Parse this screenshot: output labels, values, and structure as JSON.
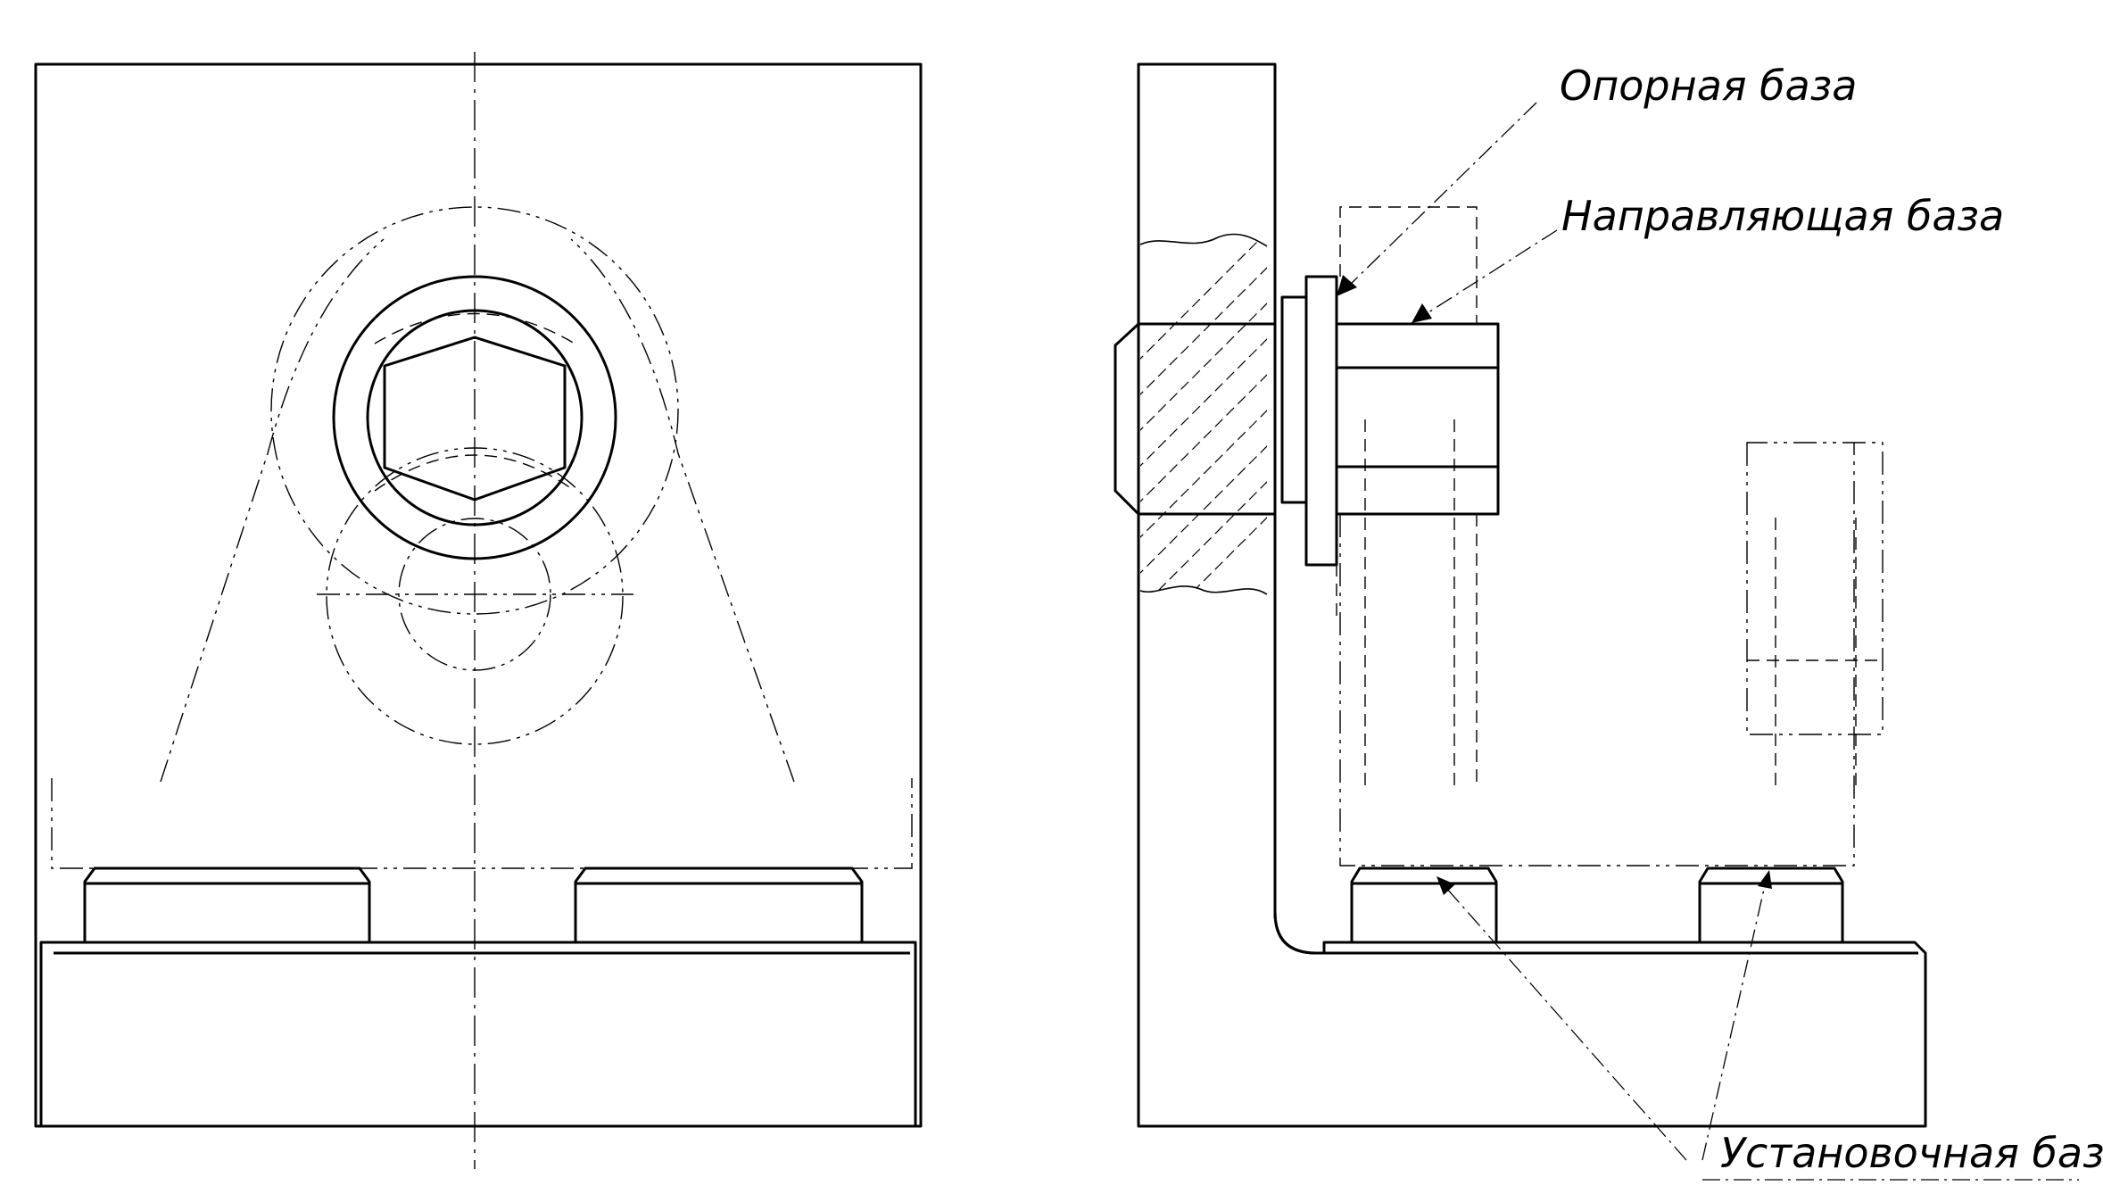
{
  "labels": {
    "support_base": "Опорная база",
    "guide_base": "Направляющая база",
    "mounting_base": "Установочная база"
  }
}
